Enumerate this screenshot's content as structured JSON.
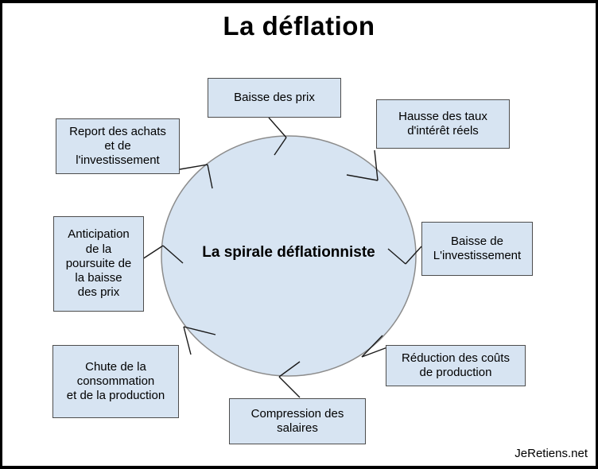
{
  "title": "La déflation",
  "diagram": {
    "center_label": "La spirale déflationniste",
    "flow_direction": "clockwise",
    "nodes": [
      {
        "label": "Baisse des prix"
      },
      {
        "label": "Hausse des taux\nd'intérêt réels"
      },
      {
        "label": "Baisse de\nL'investissement"
      },
      {
        "label": "Réduction des coûts\nde production"
      },
      {
        "label": "Compression des\nsalaires"
      },
      {
        "label": "Chute de la\nconsommation\net de la production"
      },
      {
        "label": "Anticipation\nde la\npoursuite de\nla baisse\ndes prix"
      },
      {
        "label": "Report des achats\net de\nl'investissement"
      }
    ]
  },
  "watermark": "JeRetiens.net",
  "colors": {
    "node_fill": "#d7e4f2",
    "node_border": "#4d4d4d",
    "circle_fill": "#d7e4f2",
    "circle_border": "#8c8c8c",
    "arrow": "#1a1a1a",
    "frame_border": "#000000",
    "text": "#000000"
  }
}
